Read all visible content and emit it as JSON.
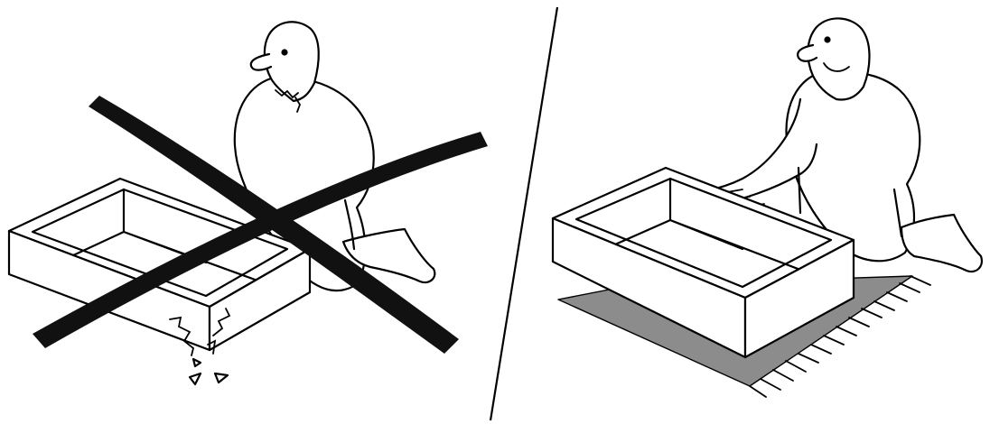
{
  "illustration": {
    "kind": "assembly-instruction",
    "panels": [
      {
        "id": "wrong",
        "meaning": "incorrect",
        "mark": "x-mark-icon"
      },
      {
        "id": "right",
        "meaning": "correct"
      }
    ],
    "colors": {
      "ink": "#000000",
      "background": "#ffffff",
      "mat": "#8c8c8c"
    }
  }
}
